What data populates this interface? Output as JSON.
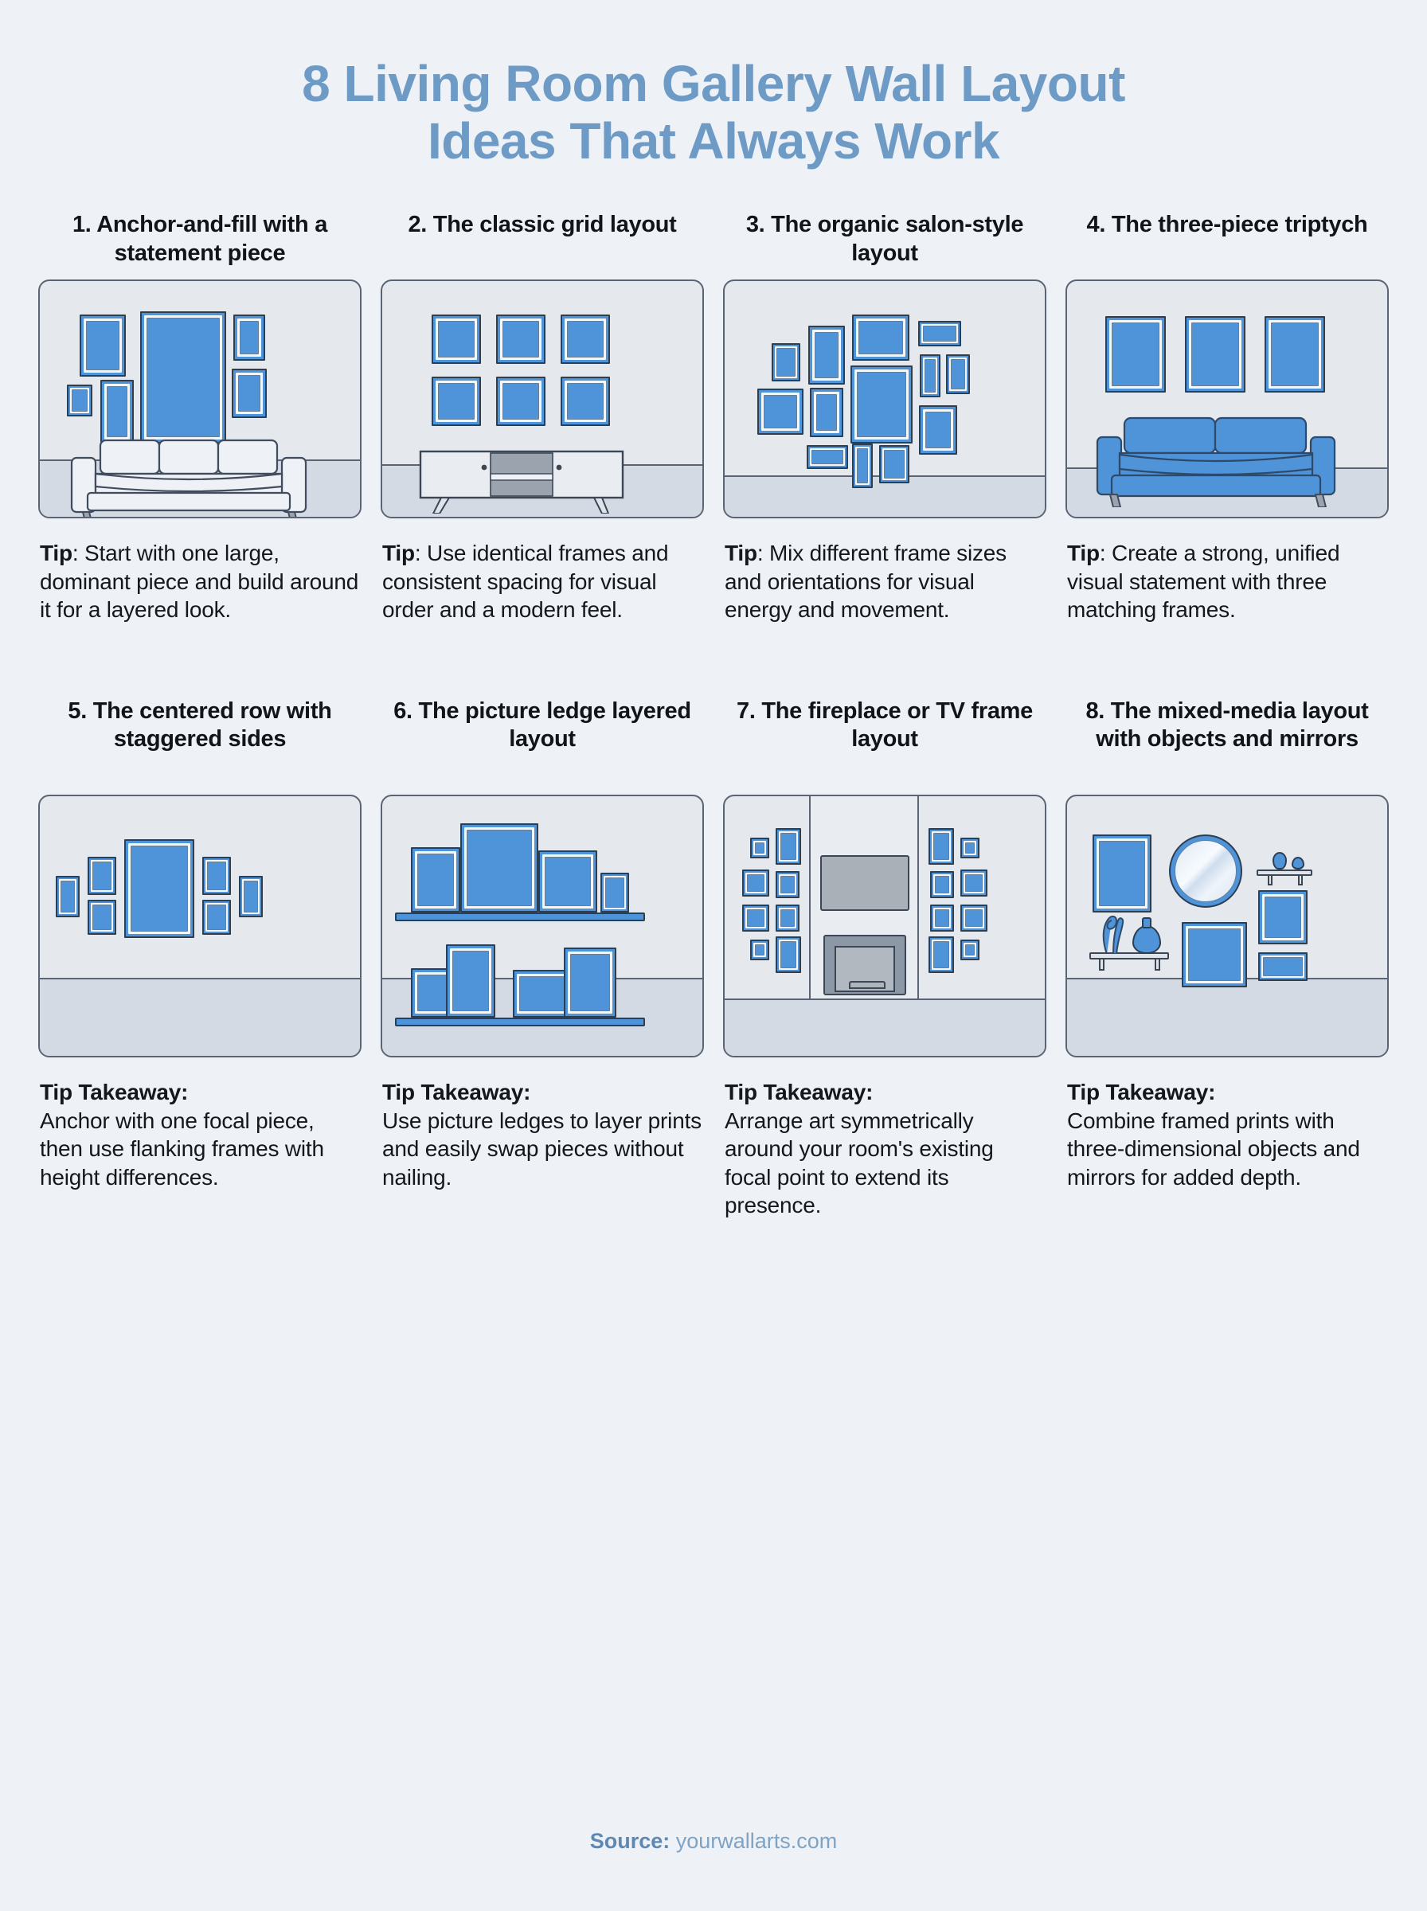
{
  "title": {
    "line1": "8 Living Room Gallery Wall Layout",
    "line2": "Ideas That Always Work",
    "color": "#6e9bc5"
  },
  "theme": {
    "background": "#eef2f7",
    "accent_blue": "#4f93d8",
    "frame_outline": "#2c3e52",
    "mat_white": "#f4f7fa",
    "wall": "#e5e9ee",
    "floor": "#d3dae3",
    "heading_color": "#111418",
    "body_color": "#14181d"
  },
  "cards": [
    {
      "number": "1.",
      "heading": "1. Anchor-and-fill with a statement piece",
      "illustration": "anchor-and-fill-gallery-wall-with-white-sofa",
      "tip_lead": "Tip",
      "tip_body": ": Start with one large, dominant piece and build around it for a layered look."
    },
    {
      "number": "2.",
      "heading": "2. The classic grid layout",
      "illustration": "six-frame-grid-above-media-console",
      "tip_lead": "Tip",
      "tip_body": ": Use identical frames and consistent spacing for visual order and a modern feel."
    },
    {
      "number": "3.",
      "heading": "3. The organic salon-style layout",
      "illustration": "salon-style-dense-frame-cluster",
      "tip_lead": "Tip",
      "tip_body": ": Mix different frame sizes and orientations for visual energy and movement."
    },
    {
      "number": "4.",
      "heading": "4. The three-piece triptych",
      "illustration": "three-matching-frames-above-blue-sofa",
      "tip_lead": "Tip",
      "tip_body": ": Create a strong, unified visual statement with three matching frames."
    },
    {
      "number": "5.",
      "heading": "5. The centered row with staggered sides",
      "illustration": "centered-large-frame-with-staggered-flanking-frames",
      "tip_lead": "Tip Takeaway:",
      "tip_body": "Anchor with one focal piece, then use flanking frames with height differences."
    },
    {
      "number": "6.",
      "heading": "6. The picture ledge layered layout",
      "illustration": "two-picture-ledges-with-layered-frames",
      "tip_lead": "Tip Takeaway:",
      "tip_body": "Use picture ledges to layer prints and easily swap pieces without nailing."
    },
    {
      "number": "7.",
      "heading": "7. The fireplace or TV frame layout",
      "illustration": "symmetrical-frame-grids-flanking-tv-and-fireplace",
      "tip_lead": "Tip Takeaway:",
      "tip_body": "Arrange art symmetrically around your room's existing focal point to extend its presence."
    },
    {
      "number": "8.",
      "heading": "8. The mixed-media layout with objects and mirrors",
      "illustration": "framed-prints-mixed-with-round-mirror-shelves-and-vases",
      "tip_lead": "Tip Takeaway:",
      "tip_body": "Combine framed prints with three-dimensional objects and mirrors for added depth."
    }
  ],
  "footer": {
    "label": "Source:",
    "value": " yourwallarts.com"
  }
}
